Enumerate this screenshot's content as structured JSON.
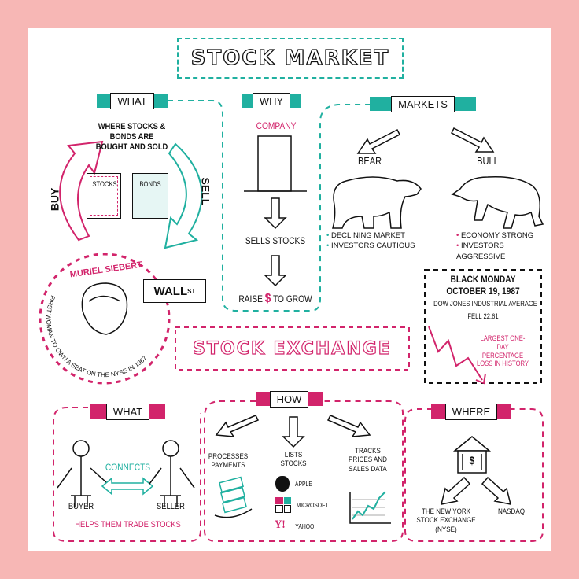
{
  "title": "STOCK MARKET",
  "colors": {
    "teal": "#20b0a0",
    "magenta": "#d2246b",
    "background": "#f7b7b5"
  },
  "what": {
    "ribbon": "WHAT",
    "description": "WHERE STOCKS & BONDS ARE BOUGHT AND SOLD",
    "buy": "BUY",
    "sell": "SELL",
    "stocks": "STOCKS",
    "bonds": "BONDS"
  },
  "why": {
    "ribbon": "WHY",
    "company": "COMPANY",
    "step1": "SELLS STOCKS",
    "step2_pre": "RAISE",
    "step2_symbol": "$",
    "step2_post": "TO GROW"
  },
  "markets": {
    "ribbon": "MARKETS",
    "bear": {
      "label": "BEAR",
      "points": [
        "DECLINING MARKET",
        "INVESTORS CAUTIOUS"
      ]
    },
    "bull": {
      "label": "BULL",
      "points": [
        "ECONOMY STRONG",
        "INVESTORS AGGRESSIVE"
      ]
    }
  },
  "siebert": {
    "name": "MURIEL SIEBERT",
    "caption": "FIRST WOMAN TO OWN A SEAT ON THE NYSE IN 1967",
    "wall": "WALL",
    "st": "ST"
  },
  "black_monday": {
    "title": "BLACK MONDAY",
    "date": "OCTOBER 19, 1987",
    "index": "DOW JONES INDUSTRIAL AVERAGE",
    "fell": "FELL 22.61",
    "note": "LARGEST ONE-DAY PERCENTAGE LOSS IN HISTORY"
  },
  "exchange": {
    "title": "STOCK EXCHANGE",
    "what": {
      "ribbon": "WHAT",
      "buyer": "BUYER",
      "seller": "SELLER",
      "connects": "CONNECTS",
      "caption": "HELPS THEM TRADE STOCKS"
    },
    "how": {
      "ribbon": "HOW",
      "items": [
        "PROCESSES PAYMENTS",
        "LISTS STOCKS",
        "TRACKS PRICES AND SALES DATA"
      ],
      "companies": [
        "APPLE",
        "MICROSOFT",
        "YAHOO!"
      ],
      "yahoo_logo": "Y!"
    },
    "where": {
      "ribbon": "WHERE",
      "items": [
        "THE NEW YORK STOCK EXCHANGE (NYSE)",
        "NASDAQ"
      ],
      "dollar": "$"
    }
  }
}
